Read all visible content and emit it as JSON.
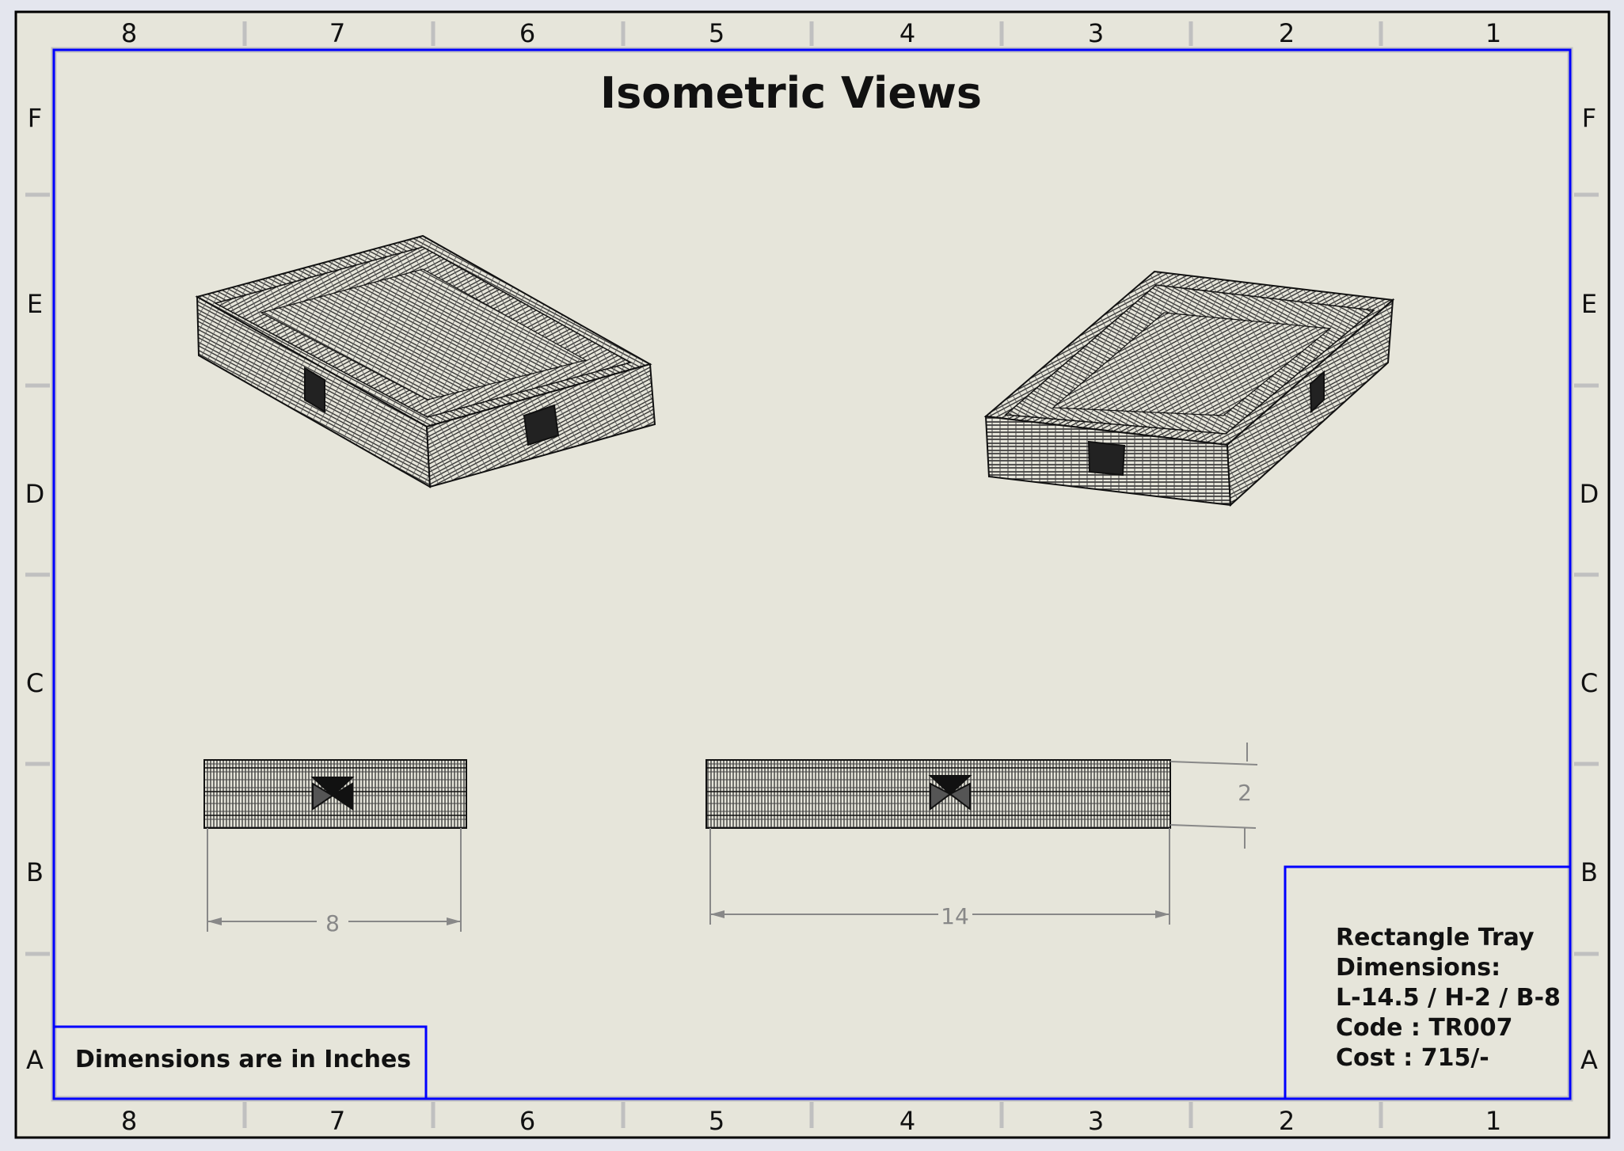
{
  "sheet": {
    "title": "Isometric Views",
    "column_labels": [
      "8",
      "7",
      "6",
      "5",
      "4",
      "3",
      "2",
      "1"
    ],
    "row_labels": [
      "F",
      "E",
      "D",
      "C",
      "B",
      "A"
    ],
    "note": "Dimensions are in Inches",
    "border_color": "#0000ff"
  },
  "title_block": {
    "lines": [
      "Rectangle Tray",
      "Dimensions:",
      "L-14.5 / H-2 / B-8",
      "Code : TR007",
      "Cost : 715/-"
    ]
  },
  "dimensions": {
    "width": "8",
    "length": "14",
    "height": "2"
  }
}
